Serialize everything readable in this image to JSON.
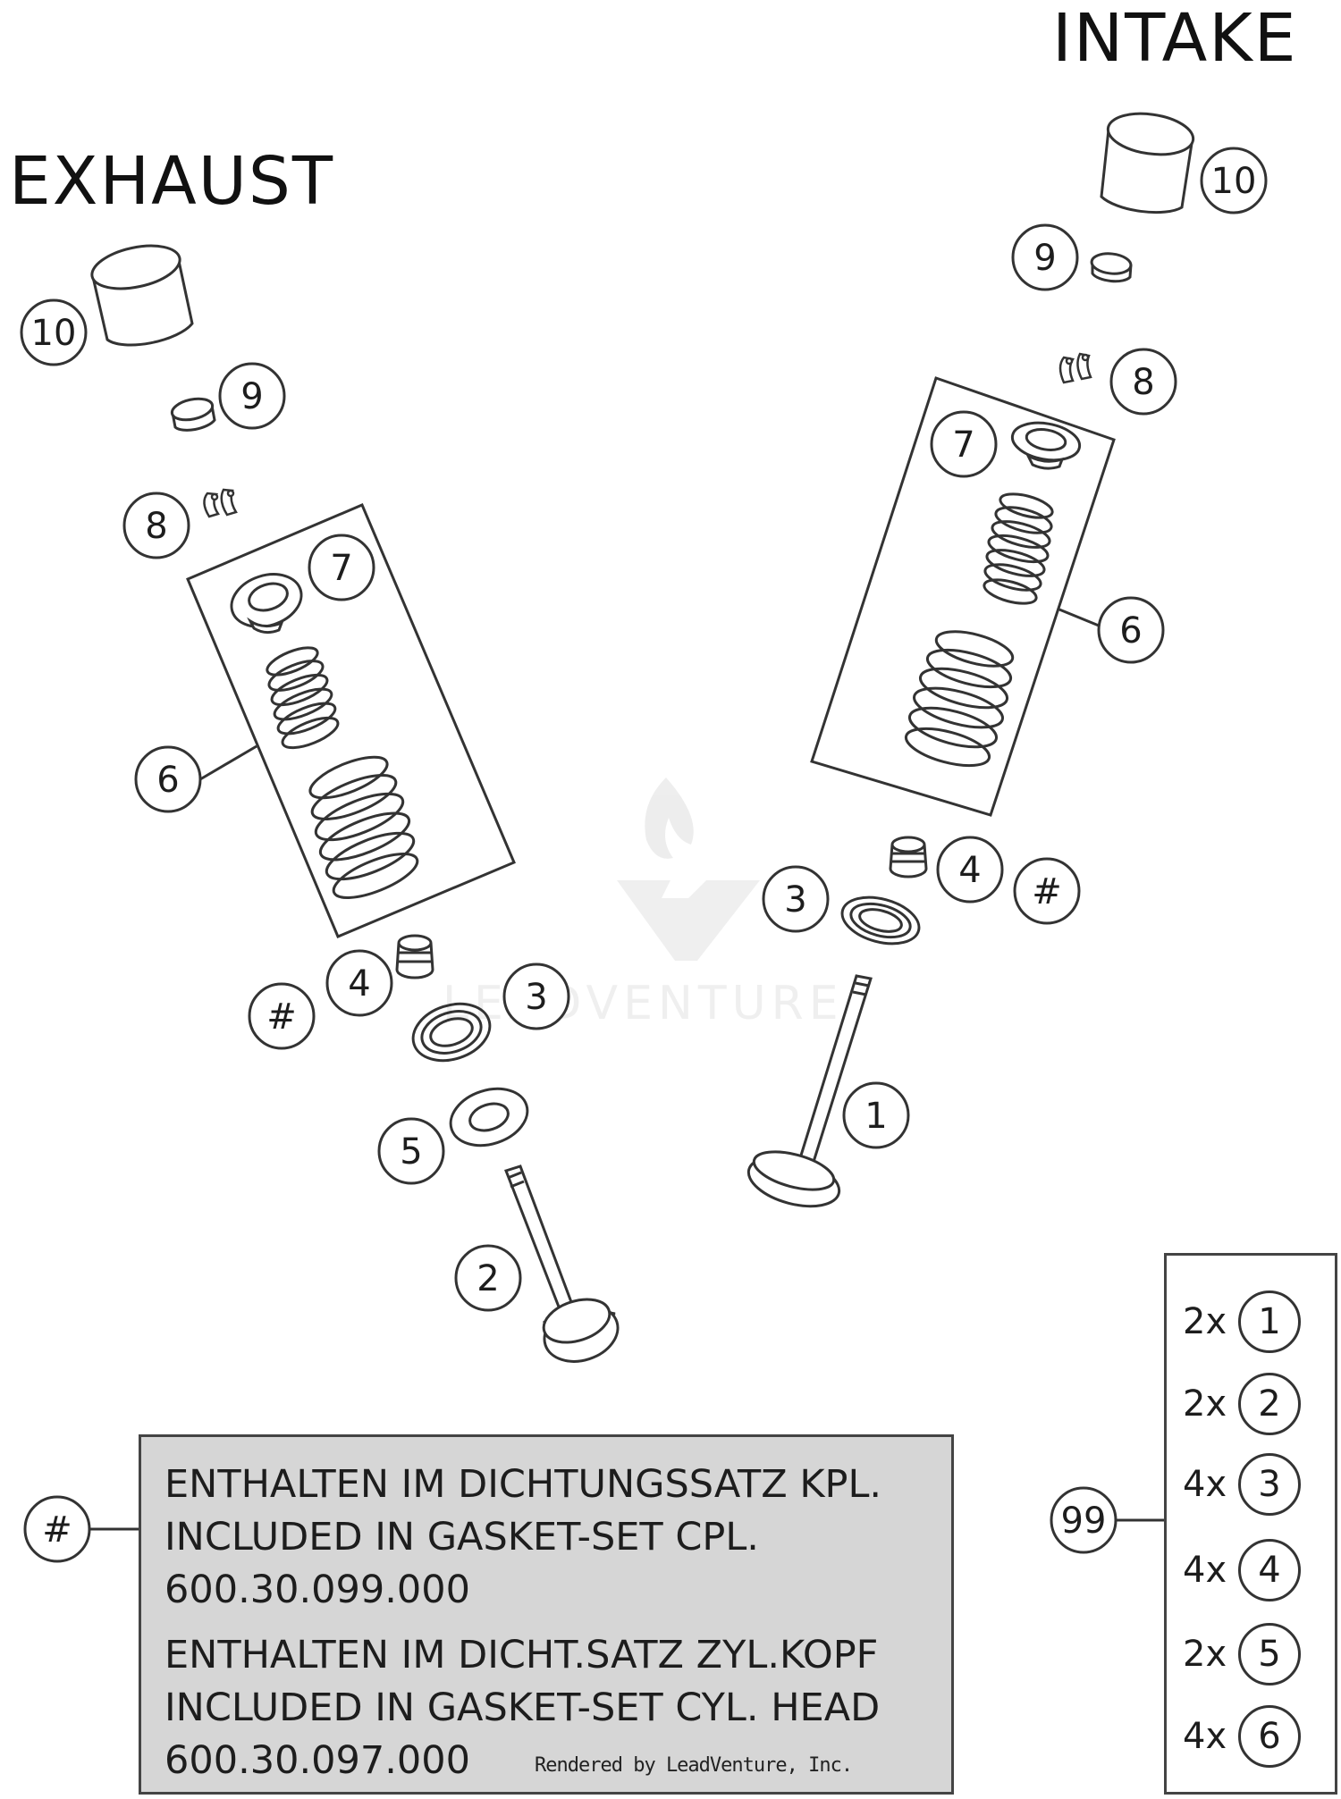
{
  "headings": {
    "exhaust": "EXHAUST",
    "intake": "INTAKE"
  },
  "callouts": {
    "exhaust": [
      "10",
      "9",
      "8",
      "7",
      "6",
      "4",
      "#",
      "3",
      "5",
      "2"
    ],
    "intake": [
      "10",
      "9",
      "8",
      "7",
      "6",
      "4",
      "#",
      "3",
      "1"
    ],
    "note_marker": "#",
    "set_marker": "99"
  },
  "note": {
    "lines_a": [
      "ENTHALTEN IM DICHTUNGSSATZ KPL.",
      "INCLUDED IN GASKET-SET CPL.",
      "600.30.099.000"
    ],
    "lines_b": [
      "ENTHALTEN IM DICHT.SATZ ZYL.KOPF",
      "INCLUDED IN GASKET-SET CYL. HEAD",
      "600.30.097.000"
    ]
  },
  "render_credit": "Rendered by LeadVenture, Inc.",
  "watermark": "LEADVENTURE",
  "set_contents": [
    {
      "qty": "2x",
      "item": "1"
    },
    {
      "qty": "2x",
      "item": "2"
    },
    {
      "qty": "4x",
      "item": "3"
    },
    {
      "qty": "4x",
      "item": "4"
    },
    {
      "qty": "2x",
      "item": "5"
    },
    {
      "qty": "4x",
      "item": "6"
    }
  ],
  "colors": {
    "line": "#333333",
    "note_background": "#d6d6d6",
    "watermark": "#d8d8d8"
  }
}
